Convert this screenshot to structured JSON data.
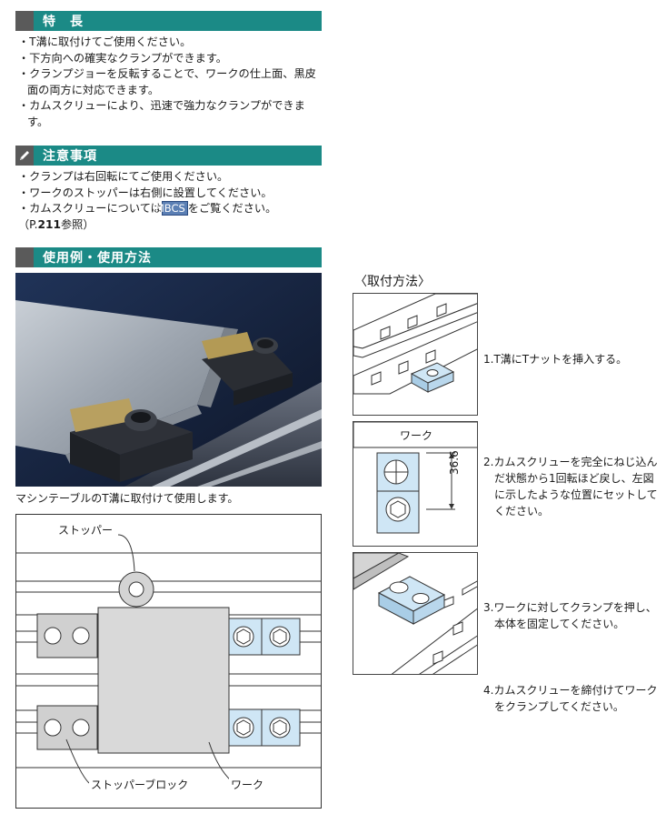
{
  "features": {
    "title": "特　長",
    "items": [
      "・T溝に取付けてご使用ください。",
      "・下方向への確実なクランプができます。",
      "・クランプジョーを反転することで、ワークの仕上面、黒皮面の両方に対応できます。",
      "・カムスクリューにより、迅速で強力なクランプができます。"
    ]
  },
  "cautions": {
    "title": "注意事項",
    "items": [
      "・クランプは右回転にてご使用ください。",
      "・ワークのストッパーは右側に設置してください。"
    ],
    "cam_prefix": "・カムスクリューについては",
    "cam_ref": "MBCS",
    "cam_suffix": "をご覧ください。",
    "page_prefix": "（P.",
    "page_num": "211",
    "page_suffix": "参照）"
  },
  "usage": {
    "title": "使用例・使用方法",
    "photo_caption": "マシンテーブルのT溝に取付けて使用します。",
    "diagram_labels": {
      "stopper": "ストッパー",
      "stopper_block": "ストッパーブロック",
      "work": "ワーク"
    }
  },
  "method": {
    "title": "〈取付方法〉",
    "box2_label": "ワーク",
    "dimension": "36.6",
    "steps": [
      "1.T溝にTナットを挿入する。",
      "2.カムスクリューを完全にねじ込んだ状態から1回転ほど戻し、左図に示したような位置にセットしてください。",
      "3.ワークに対してクランプを押し、本体を固定してください。",
      "4.カムスクリューを締付けてワークをクランプしてください。"
    ]
  },
  "colors": {
    "section_teal": "#1b8a86",
    "section_mark": "#5a5a5a",
    "clamp_blue": "#cfe6f5",
    "block_gray": "#d9d9d9"
  }
}
